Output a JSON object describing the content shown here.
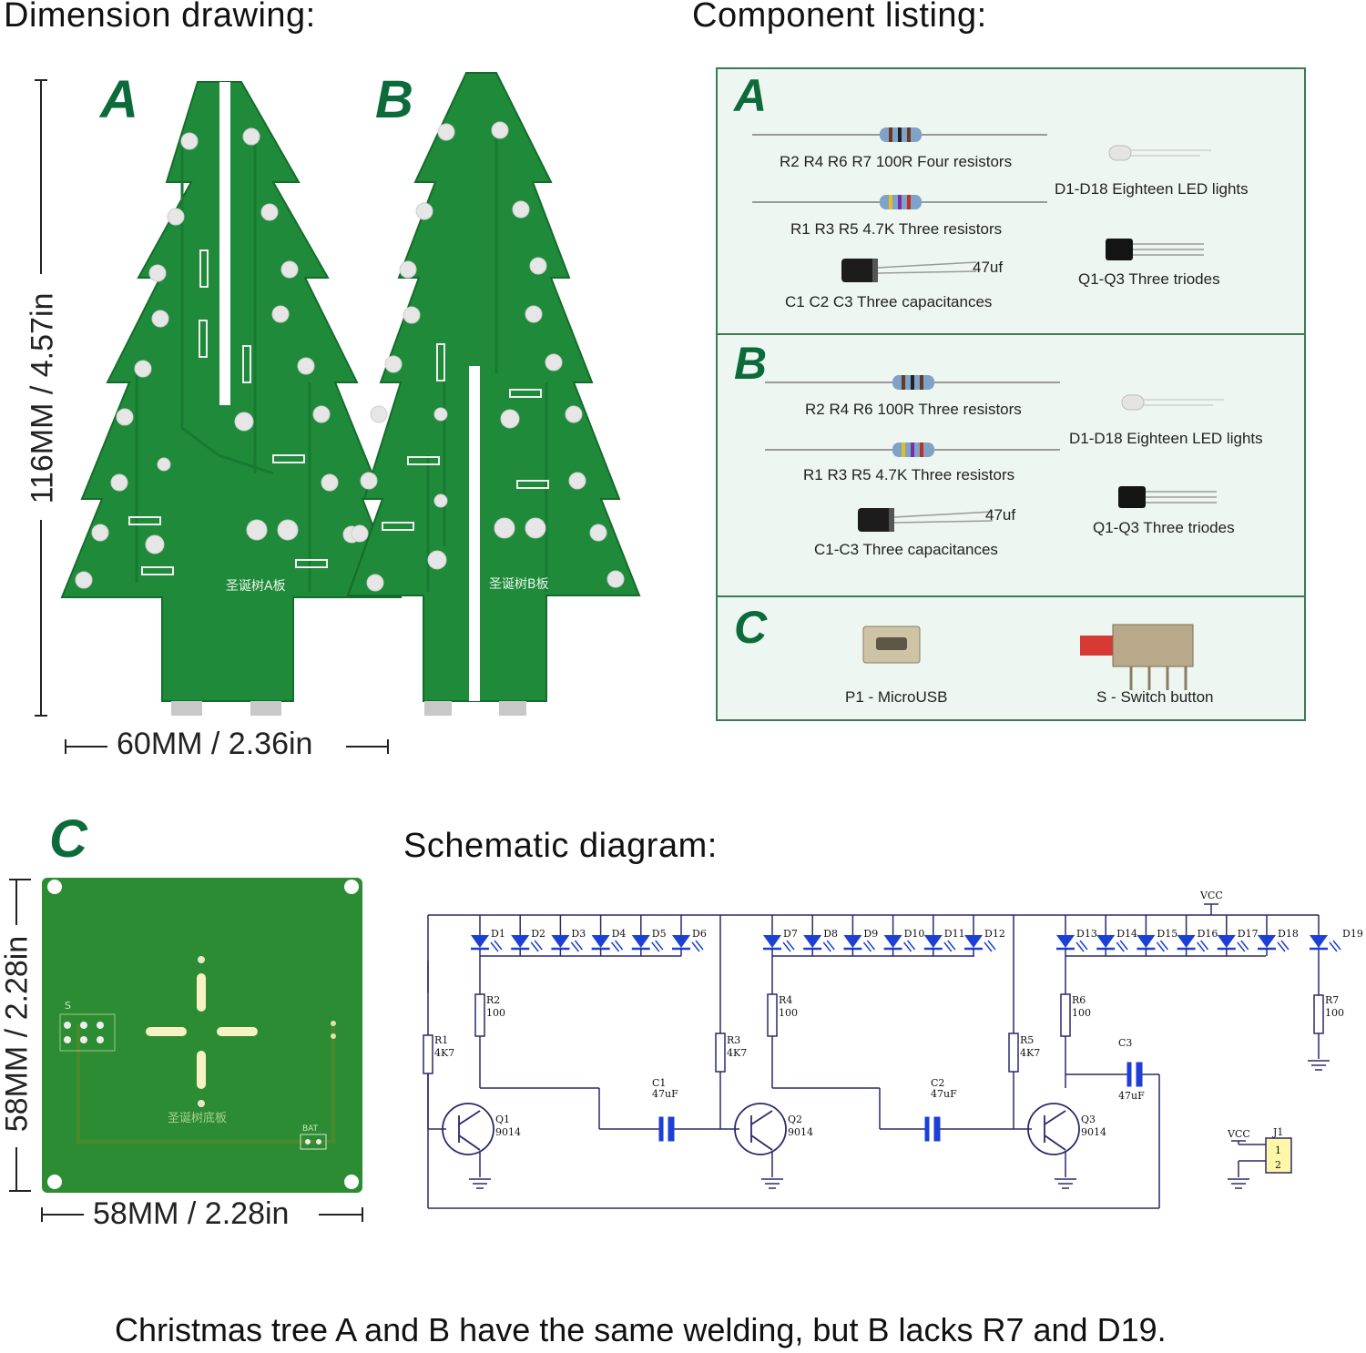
{
  "headings": {
    "dimension": "Dimension drawing:",
    "components": "Component listing:",
    "schematic": "Schematic diagram:"
  },
  "dimensions": {
    "tree_height": "116MM / 4.57in",
    "tree_width": "60MM / 2.36in",
    "base_height": "58MM / 2.28in",
    "base_width": "58MM / 2.28in"
  },
  "letters": {
    "a": "A",
    "b": "B",
    "c": "C"
  },
  "boards": {
    "a_silk": "圣诞树A板",
    "b_silk": "圣诞树B板",
    "c_silk": "圣诞树底板",
    "c_switch": "S",
    "c_bat": "BAT"
  },
  "components": {
    "a": {
      "letter": "A",
      "res1": "R2 R4 R6 R7 100R Four resistors",
      "res2": "R1 R3 R5 4.7K Three resistors",
      "cap_value": "47uf",
      "cap": "C1 C2 C3  Three capacitances",
      "led": "D1-D18 Eighteen LED lights",
      "triode": "Q1-Q3 Three triodes"
    },
    "b": {
      "letter": "B",
      "res1": "R2 R4 R6 100R Three resistors",
      "res2": "R1 R3 R5 4.7K Three resistors",
      "cap_value": "47uf",
      "cap": "C1-C3 Three capacitances",
      "led": "D1-D18 Eighteen LED lights",
      "triode": "Q1-Q3 Three triodes"
    },
    "c": {
      "letter": "C",
      "usb": "P1 - MicroUSB",
      "switch": "S - Switch button"
    }
  },
  "schematic": {
    "vcc": "VCC",
    "leds": [
      "D1",
      "D2",
      "D3",
      "D4",
      "D5",
      "D6",
      "D7",
      "D8",
      "D9",
      "D10",
      "D11",
      "D12",
      "D13",
      "D14",
      "D15",
      "D16",
      "D17",
      "D18"
    ],
    "d19": "D19",
    "r_top": [
      {
        "name": "R2",
        "value": "100"
      },
      {
        "name": "R4",
        "value": "100"
      },
      {
        "name": "R6",
        "value": "100"
      },
      {
        "name": "R7",
        "value": "100"
      }
    ],
    "r_base": [
      {
        "name": "R1",
        "value": "4K7"
      },
      {
        "name": "R3",
        "value": "4K7"
      },
      {
        "name": "R5",
        "value": "4K7"
      }
    ],
    "transistors": [
      {
        "name": "Q1",
        "type": "9014"
      },
      {
        "name": "Q2",
        "type": "9014"
      },
      {
        "name": "Q3",
        "type": "9014"
      }
    ],
    "caps": [
      {
        "name": "C1",
        "value": "47uF"
      },
      {
        "name": "C2",
        "value": "47uF"
      },
      {
        "name": "C3",
        "value": "47uF"
      }
    ],
    "connector": {
      "name": "J1",
      "pin1": "1",
      "pin2": "2"
    }
  },
  "caption": "Christmas tree A and B have the same welding, but B lacks R7 and D19.",
  "colors": {
    "pcb": "#1f8a3a",
    "pcb_dark": "#14702c",
    "accent": "#0b6b3a",
    "wire": "#2a2a6a",
    "led": "#1c3fd6"
  }
}
